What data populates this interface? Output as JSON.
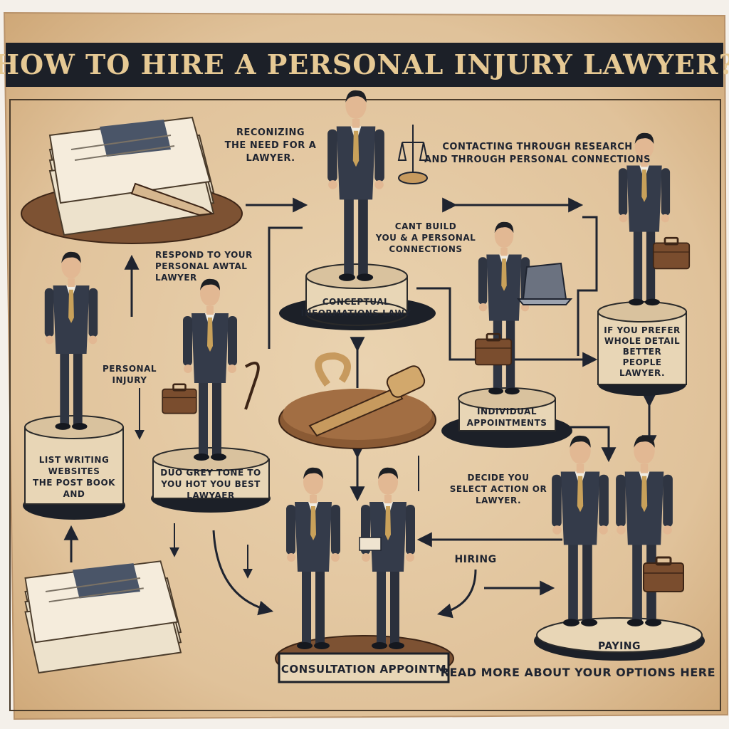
{
  "title": "HOW TO HIRE A PERSONAL INJURY LAWYER?",
  "labels": {
    "recognizing": [
      "RECONIZING",
      "THE NEED FOR A",
      "LAWYER."
    ],
    "research": [
      "CONTACTING THROUGH RESEARCH",
      "AND THROUGH PERSONAL CONNECTIONS"
    ],
    "connections": [
      "CANT BUILD",
      "YOU & A PERSONAL",
      "CONNECTIONS"
    ],
    "conceptual_pedestal": [
      "CONCEPTUAL",
      "INFORMATIONS LAWY"
    ],
    "respond": [
      "RESPOND TO YOUR",
      "PERSONAL AWTAL",
      "LAWYER"
    ],
    "personal_injury": [
      "PERSONAL",
      "INJURY"
    ],
    "left_pedestal": [
      "LIST WRITING",
      "WEBSITES",
      "THE POST BOOK",
      "AND"
    ],
    "mid_left_pedestal": [
      "DUO GREY TONE TO",
      "YOU HOT YOU BEST",
      "LAWYAER"
    ],
    "appointments_pedestal": [
      "INDIVIDUAL",
      "APPOINTMENTS"
    ],
    "right_pedestal": [
      "IF YOU PREFER",
      "WHOLE DETAIL",
      "BETTER",
      "PEOPLE",
      "LAWYER."
    ],
    "decide": [
      "DECIDE YOU",
      "SELECT ACTION OR",
      "LAWYER."
    ],
    "hiring": "HIRING",
    "consultation": "CONSULTATION APPOINTM",
    "paying": "PAYING",
    "read_more": "READ MORE ABOUT YOUR OPTIONS HERE"
  },
  "colors": {
    "parchment": "#e4c9a3",
    "parchment_dark": "#c9a47a",
    "ink": "#1f2430",
    "title_bg": "#1c2028",
    "title_text": "#e6c994",
    "suit": "#2f3542",
    "wood": "#8a5a34"
  }
}
